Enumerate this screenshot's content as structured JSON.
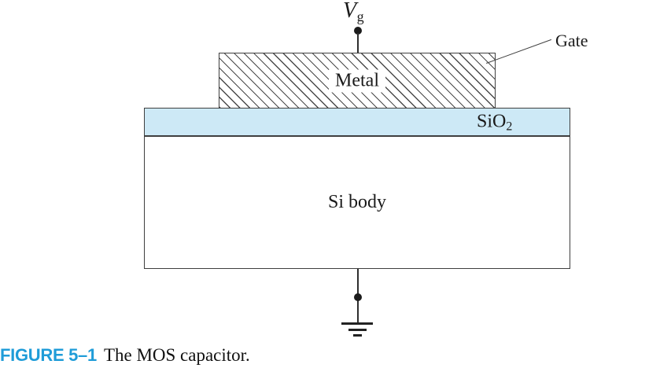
{
  "figure": {
    "terminal": {
      "base": "V",
      "sub": "g"
    },
    "metal_label": "Metal",
    "gate_label": "Gate",
    "oxide": {
      "base": "SiO",
      "sub": "2"
    },
    "body_label": "Si body"
  },
  "caption": {
    "tag": "FIGURE 5–1",
    "text": "The MOS capacitor."
  },
  "colors": {
    "oxide_fill": "#cde9f6",
    "outline": "#3f3f3f",
    "wire": "#2e2e2e",
    "caption_accent": "#1f9cd8"
  }
}
